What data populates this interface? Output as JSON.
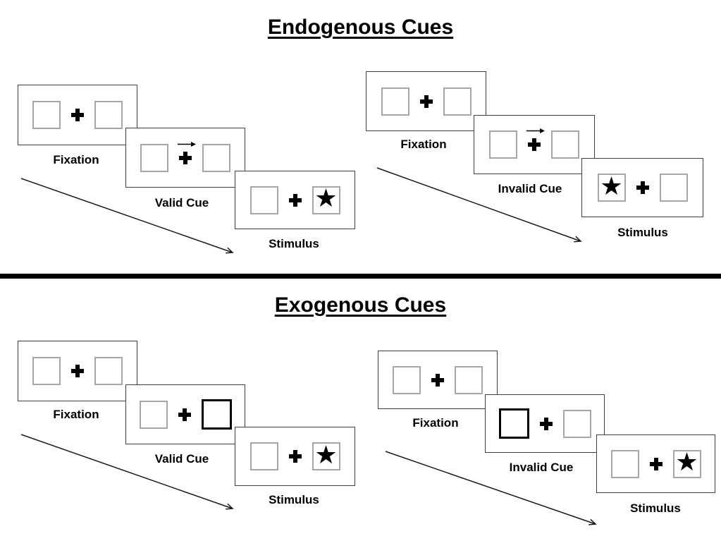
{
  "figure": {
    "type": "experimental-paradigm-diagram",
    "description": "Posner spatial cueing task: endogenous vs exogenous cue trial sequences"
  },
  "glyphs": {
    "star": "★"
  },
  "colors": {
    "ink": "#000000",
    "panel_border": "#3f3f3f",
    "box_border": "#a6a6a6",
    "highlight_box_border": "#000000",
    "background": "#ffffff"
  },
  "sections": [
    {
      "id": "endogenous",
      "title": "Endogenous Cues",
      "groups": [
        {
          "id": "endogenous-valid",
          "cue_type": "central arrow pointing right",
          "panels": [
            {
              "label": "Fixation",
              "left_box": "empty",
              "right_box": "empty",
              "cue_arrow": false
            },
            {
              "label": "Valid Cue",
              "left_box": "empty",
              "right_box": "empty",
              "cue_arrow": true
            },
            {
              "label": "Stimulus",
              "left_box": "empty",
              "right_box": "star",
              "cue_arrow": false
            }
          ]
        },
        {
          "id": "endogenous-invalid",
          "cue_type": "central arrow pointing right",
          "panels": [
            {
              "label": "Fixation",
              "left_box": "empty",
              "right_box": "empty",
              "cue_arrow": false
            },
            {
              "label": "Invalid Cue",
              "left_box": "empty",
              "right_box": "empty",
              "cue_arrow": true
            },
            {
              "label": "Stimulus",
              "left_box": "star",
              "right_box": "empty",
              "cue_arrow": false
            }
          ]
        }
      ]
    },
    {
      "id": "exogenous",
      "title": "Exogenous Cues",
      "groups": [
        {
          "id": "exogenous-valid",
          "cue_type": "peripheral box brightening",
          "panels": [
            {
              "label": "Fixation",
              "left_box": "empty",
              "right_box": "empty",
              "cue_arrow": false
            },
            {
              "label": "Valid Cue",
              "left_box": "empty",
              "right_box": "bold",
              "cue_arrow": false
            },
            {
              "label": "Stimulus",
              "left_box": "empty",
              "right_box": "star",
              "cue_arrow": false
            }
          ]
        },
        {
          "id": "exogenous-invalid",
          "cue_type": "peripheral box brightening",
          "panels": [
            {
              "label": "Fixation",
              "left_box": "empty",
              "right_box": "empty",
              "cue_arrow": false
            },
            {
              "label": "Invalid Cue",
              "left_box": "bold",
              "right_box": "empty",
              "cue_arrow": false
            },
            {
              "label": "Stimulus",
              "left_box": "empty",
              "right_box": "star",
              "cue_arrow": false
            }
          ]
        }
      ]
    }
  ]
}
